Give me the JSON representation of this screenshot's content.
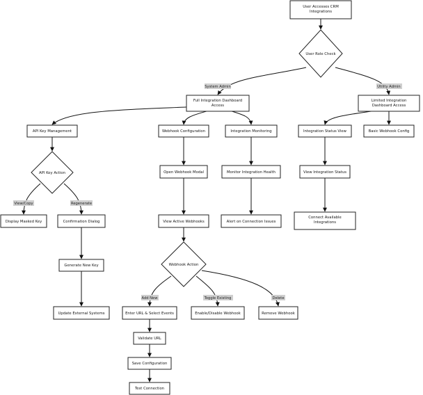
{
  "diagram": {
    "nodes": {
      "start": "User Accesses CRM Integrations",
      "role_check": "User Role Check",
      "full_dashboard": "Full Integration Dashboard Access",
      "limited_dashboard": "Limited Integration Dashboard Access",
      "api_key_mgmt": "API Key Management",
      "webhook_config": "Webhook Configuration",
      "integration_monitoring": "Integration Monitoring",
      "integration_status_view": "Integration Status View",
      "basic_webhook_config": "Basic Webhook Config",
      "api_key_action": "API Key Action",
      "open_webhook_modal": "Open Webhook Modal",
      "monitor_health": "Monitor Integration Health",
      "view_integration_status": "View Integration Status",
      "display_masked_key": "Display Masked Key",
      "confirmation_dialog": "Confirmation Dialog",
      "view_active_webhooks": "View Active Webhooks",
      "alert_connection": "Alert on Connection Issues",
      "connect_integrations": "Connect Available Integrations",
      "generate_key": "Generate New Key",
      "webhook_action": "Webhook Action",
      "update_systems": "Update External Systems",
      "enter_url": "Enter URL & Select Events",
      "enable_disable": "Enable/Disable Webhook",
      "remove_webhook": "Remove Webhook",
      "validate_url": "Validate URL",
      "save_config": "Save Configuration",
      "test_connection": "Test Connection"
    },
    "edge_labels": {
      "system_admin": "System Admin",
      "utility_admin": "Utility Admin",
      "view_copy": "View/Copy",
      "regenerate": "Regenerate",
      "add_new": "Add New",
      "toggle_existing": "Toggle Existing",
      "delete": "Delete"
    }
  }
}
